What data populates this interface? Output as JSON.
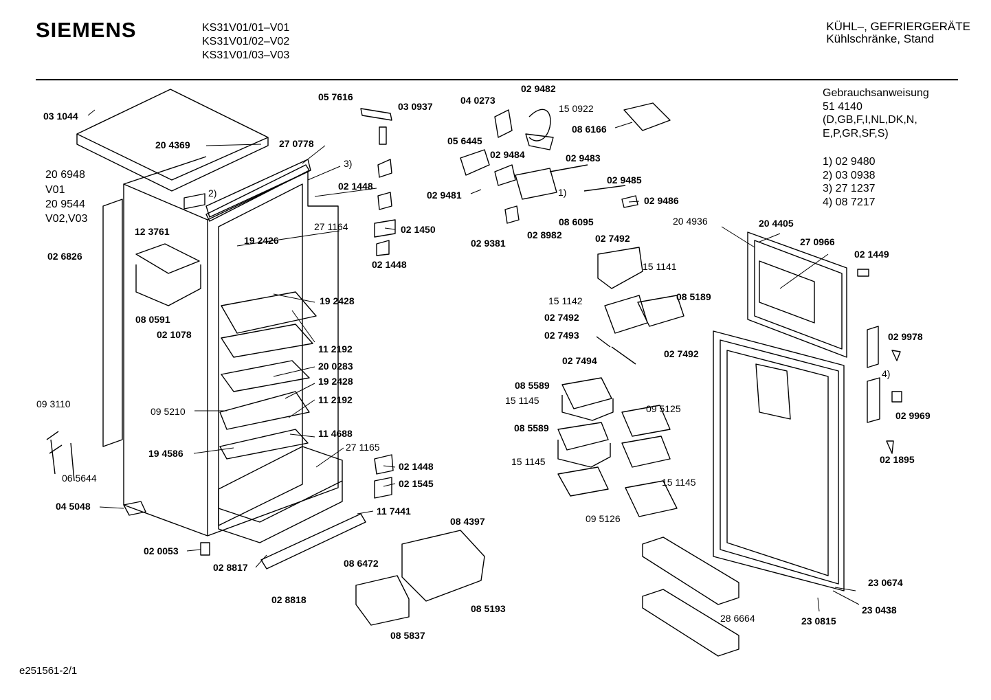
{
  "header": {
    "brand": "SIEMENS",
    "models": [
      "KS31V01/01–V01",
      "KS31V01/02–V02",
      "KS31V01/03–V03"
    ],
    "category_line1": "KÜHL–, GEFRIERGERÄTE",
    "category_line2": "Kühlschränke, Stand"
  },
  "manual": {
    "title": "Gebrauchsanweisung",
    "number": "51 4140",
    "languages_line1": "(D,GB,F,I,NL,DK,N,",
    "languages_line2": "E,P,GR,SF,S)"
  },
  "notes": [
    "1) 02 9480",
    "2) 03 0938",
    "3) 27 1237",
    "4) 08 7217"
  ],
  "footer": "e251561-2/1",
  "colors": {
    "ink": "#000000",
    "paper": "#ffffff"
  },
  "parts": [
    {
      "id": "p1",
      "text": "03 1044",
      "bold": true
    },
    {
      "id": "p2",
      "text": "20 4369",
      "bold": true
    },
    {
      "id": "p3",
      "text": "20 6948",
      "bold": false
    },
    {
      "id": "p4",
      "text": "V01",
      "bold": false
    },
    {
      "id": "p5",
      "text": "20 9544",
      "bold": false
    },
    {
      "id": "p6",
      "text": "V02,V03",
      "bold": false
    },
    {
      "id": "p7",
      "text": "12 3761",
      "bold": true
    },
    {
      "id": "p8",
      "text": "02 6826",
      "bold": true
    },
    {
      "id": "p9",
      "text": "08 0591",
      "bold": true
    },
    {
      "id": "p10",
      "text": "02 1078",
      "bold": true
    },
    {
      "id": "p11",
      "text": "09 3110",
      "bold": false
    },
    {
      "id": "p12",
      "text": "06 5644",
      "bold": false
    },
    {
      "id": "p13",
      "text": "04 5048",
      "bold": true
    },
    {
      "id": "p14",
      "text": "02 0053",
      "bold": true
    },
    {
      "id": "p15",
      "text": "02 8817",
      "bold": true
    },
    {
      "id": "p16",
      "text": "02 8818",
      "bold": true
    },
    {
      "id": "p17",
      "text": "2)",
      "bold": false
    },
    {
      "id": "p18",
      "text": "27 0778",
      "bold": true
    },
    {
      "id": "p19",
      "text": "3)",
      "bold": false
    },
    {
      "id": "p20",
      "text": "19 2426",
      "bold": true
    },
    {
      "id": "p21",
      "text": "27 1164",
      "bold": false
    },
    {
      "id": "p22",
      "text": "19 2428",
      "bold": true
    },
    {
      "id": "p23",
      "text": "11 2192",
      "bold": true
    },
    {
      "id": "p24",
      "text": "20 0283",
      "bold": true
    },
    {
      "id": "p25",
      "text": "19 2428",
      "bold": true
    },
    {
      "id": "p26",
      "text": "11 2192",
      "bold": true
    },
    {
      "id": "p27",
      "text": "09 5210",
      "bold": false
    },
    {
      "id": "p28",
      "text": "11 4688",
      "bold": true
    },
    {
      "id": "p29",
      "text": "19 4586",
      "bold": true
    },
    {
      "id": "p30",
      "text": "27 1165",
      "bold": false
    },
    {
      "id": "p31",
      "text": "11 7441",
      "bold": true
    },
    {
      "id": "p32",
      "text": "05 7616",
      "bold": true
    },
    {
      "id": "p33",
      "text": "03 0937",
      "bold": true
    },
    {
      "id": "p34",
      "text": "02 1448",
      "bold": true
    },
    {
      "id": "p35",
      "text": "02 1450",
      "bold": true
    },
    {
      "id": "p36",
      "text": "02 1448",
      "bold": true
    },
    {
      "id": "p37",
      "text": "02 1448",
      "bold": true
    },
    {
      "id": "p38",
      "text": "02 1545",
      "bold": true
    },
    {
      "id": "p39",
      "text": "08 6472",
      "bold": true
    },
    {
      "id": "p40",
      "text": "08 4397",
      "bold": true
    },
    {
      "id": "p41",
      "text": "08 5193",
      "bold": true
    },
    {
      "id": "p42",
      "text": "08 5837",
      "bold": true
    },
    {
      "id": "p43",
      "text": "04 0273",
      "bold": true
    },
    {
      "id": "p44",
      "text": "02 9482",
      "bold": true
    },
    {
      "id": "p45",
      "text": "15 0922",
      "bold": false
    },
    {
      "id": "p46",
      "text": "08 6166",
      "bold": true
    },
    {
      "id": "p47",
      "text": "05 6445",
      "bold": true
    },
    {
      "id": "p48",
      "text": "02 9484",
      "bold": true
    },
    {
      "id": "p49",
      "text": "02 9483",
      "bold": true
    },
    {
      "id": "p50",
      "text": "1)",
      "bold": false
    },
    {
      "id": "p51",
      "text": "02 9485",
      "bold": true
    },
    {
      "id": "p52",
      "text": "02 9481",
      "bold": true
    },
    {
      "id": "p53",
      "text": "02 9486",
      "bold": true
    },
    {
      "id": "p54",
      "text": "08 6095",
      "bold": true
    },
    {
      "id": "p55",
      "text": "02 9381",
      "bold": true
    },
    {
      "id": "p56",
      "text": "02 8982",
      "bold": true
    },
    {
      "id": "p57",
      "text": "02 7492",
      "bold": true
    },
    {
      "id": "p58",
      "text": "15 1141",
      "bold": false
    },
    {
      "id": "p59",
      "text": "15 1142",
      "bold": false
    },
    {
      "id": "p60",
      "text": "08 5189",
      "bold": true
    },
    {
      "id": "p61",
      "text": "02 7492",
      "bold": true
    },
    {
      "id": "p62",
      "text": "02 7493",
      "bold": true
    },
    {
      "id": "p63",
      "text": "02 7494",
      "bold": true
    },
    {
      "id": "p64",
      "text": "02 7492",
      "bold": true
    },
    {
      "id": "p65",
      "text": "08 5589",
      "bold": true
    },
    {
      "id": "p66",
      "text": "15 1145",
      "bold": false
    },
    {
      "id": "p67",
      "text": "09 5125",
      "bold": false
    },
    {
      "id": "p68",
      "text": "08 5589",
      "bold": true
    },
    {
      "id": "p69",
      "text": "15 1145",
      "bold": false
    },
    {
      "id": "p70",
      "text": "15 1145",
      "bold": false
    },
    {
      "id": "p71",
      "text": "09 5126",
      "bold": false
    },
    {
      "id": "p72",
      "text": "20 4936",
      "bold": false
    },
    {
      "id": "p73",
      "text": "20 4405",
      "bold": true
    },
    {
      "id": "p74",
      "text": "27 0966",
      "bold": true
    },
    {
      "id": "p75",
      "text": "02 1449",
      "bold": true
    },
    {
      "id": "p76",
      "text": "02 9978",
      "bold": true
    },
    {
      "id": "p77",
      "text": "4)",
      "bold": false
    },
    {
      "id": "p78",
      "text": "02 9969",
      "bold": true
    },
    {
      "id": "p79",
      "text": "02 1895",
      "bold": true
    },
    {
      "id": "p80",
      "text": "23 0674",
      "bold": true
    },
    {
      "id": "p81",
      "text": "23 0438",
      "bold": true
    },
    {
      "id": "p82",
      "text": "23 0815",
      "bold": true
    },
    {
      "id": "p83",
      "text": "28 6664",
      "bold": false
    }
  ]
}
